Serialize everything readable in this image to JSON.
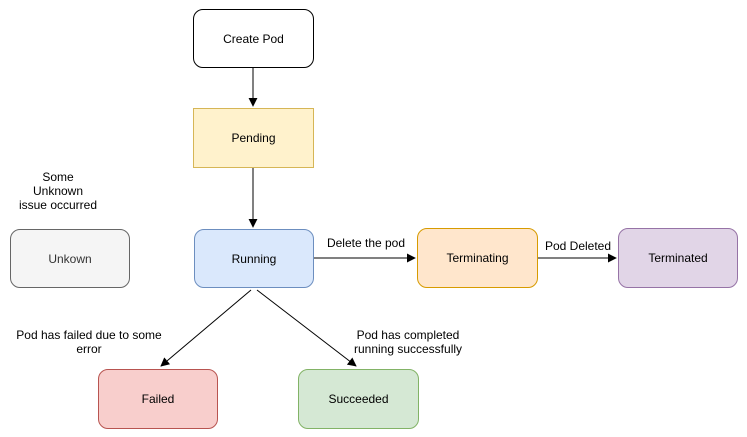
{
  "nodes": {
    "create_pod": {
      "label": "Create Pod",
      "fill": "#FFFFFF",
      "stroke": "#000000",
      "text": "#000000"
    },
    "pending": {
      "label": "Pending",
      "fill": "#FFF2CC",
      "stroke": "#D6B656",
      "text": "#000000"
    },
    "unkown": {
      "label": "Unkown",
      "fill": "#F5F5F5",
      "stroke": "#666666",
      "text": "#333333"
    },
    "running": {
      "label": "Running",
      "fill": "#DAE8FC",
      "stroke": "#6C8EBF",
      "text": "#000000"
    },
    "terminating": {
      "label": "Terminating",
      "fill": "#FFE6CC",
      "stroke": "#D79B00",
      "text": "#000000"
    },
    "terminated": {
      "label": "Terminated",
      "fill": "#E1D5E7",
      "stroke": "#9673A6",
      "text": "#000000"
    },
    "failed": {
      "label": "Failed",
      "fill": "#F8CECC",
      "stroke": "#B85450",
      "text": "#000000"
    },
    "succeeded": {
      "label": "Succeeded",
      "fill": "#D5E8D4",
      "stroke": "#82B366",
      "text": "#000000"
    }
  },
  "edges": {
    "running_to_terminating": {
      "label": "Delete the pod"
    },
    "terminating_to_terminated": {
      "label": "Pod Deleted"
    }
  },
  "annotations": {
    "unknown_issue_note": {
      "text": "Some\nUnknown\nissue occurred"
    },
    "failed_note": {
      "text": "Pod has failed due to some\nerror"
    },
    "succeeded_note": {
      "text": "Pod has completed\nrunning successfully"
    }
  },
  "edge_color": "#000000"
}
